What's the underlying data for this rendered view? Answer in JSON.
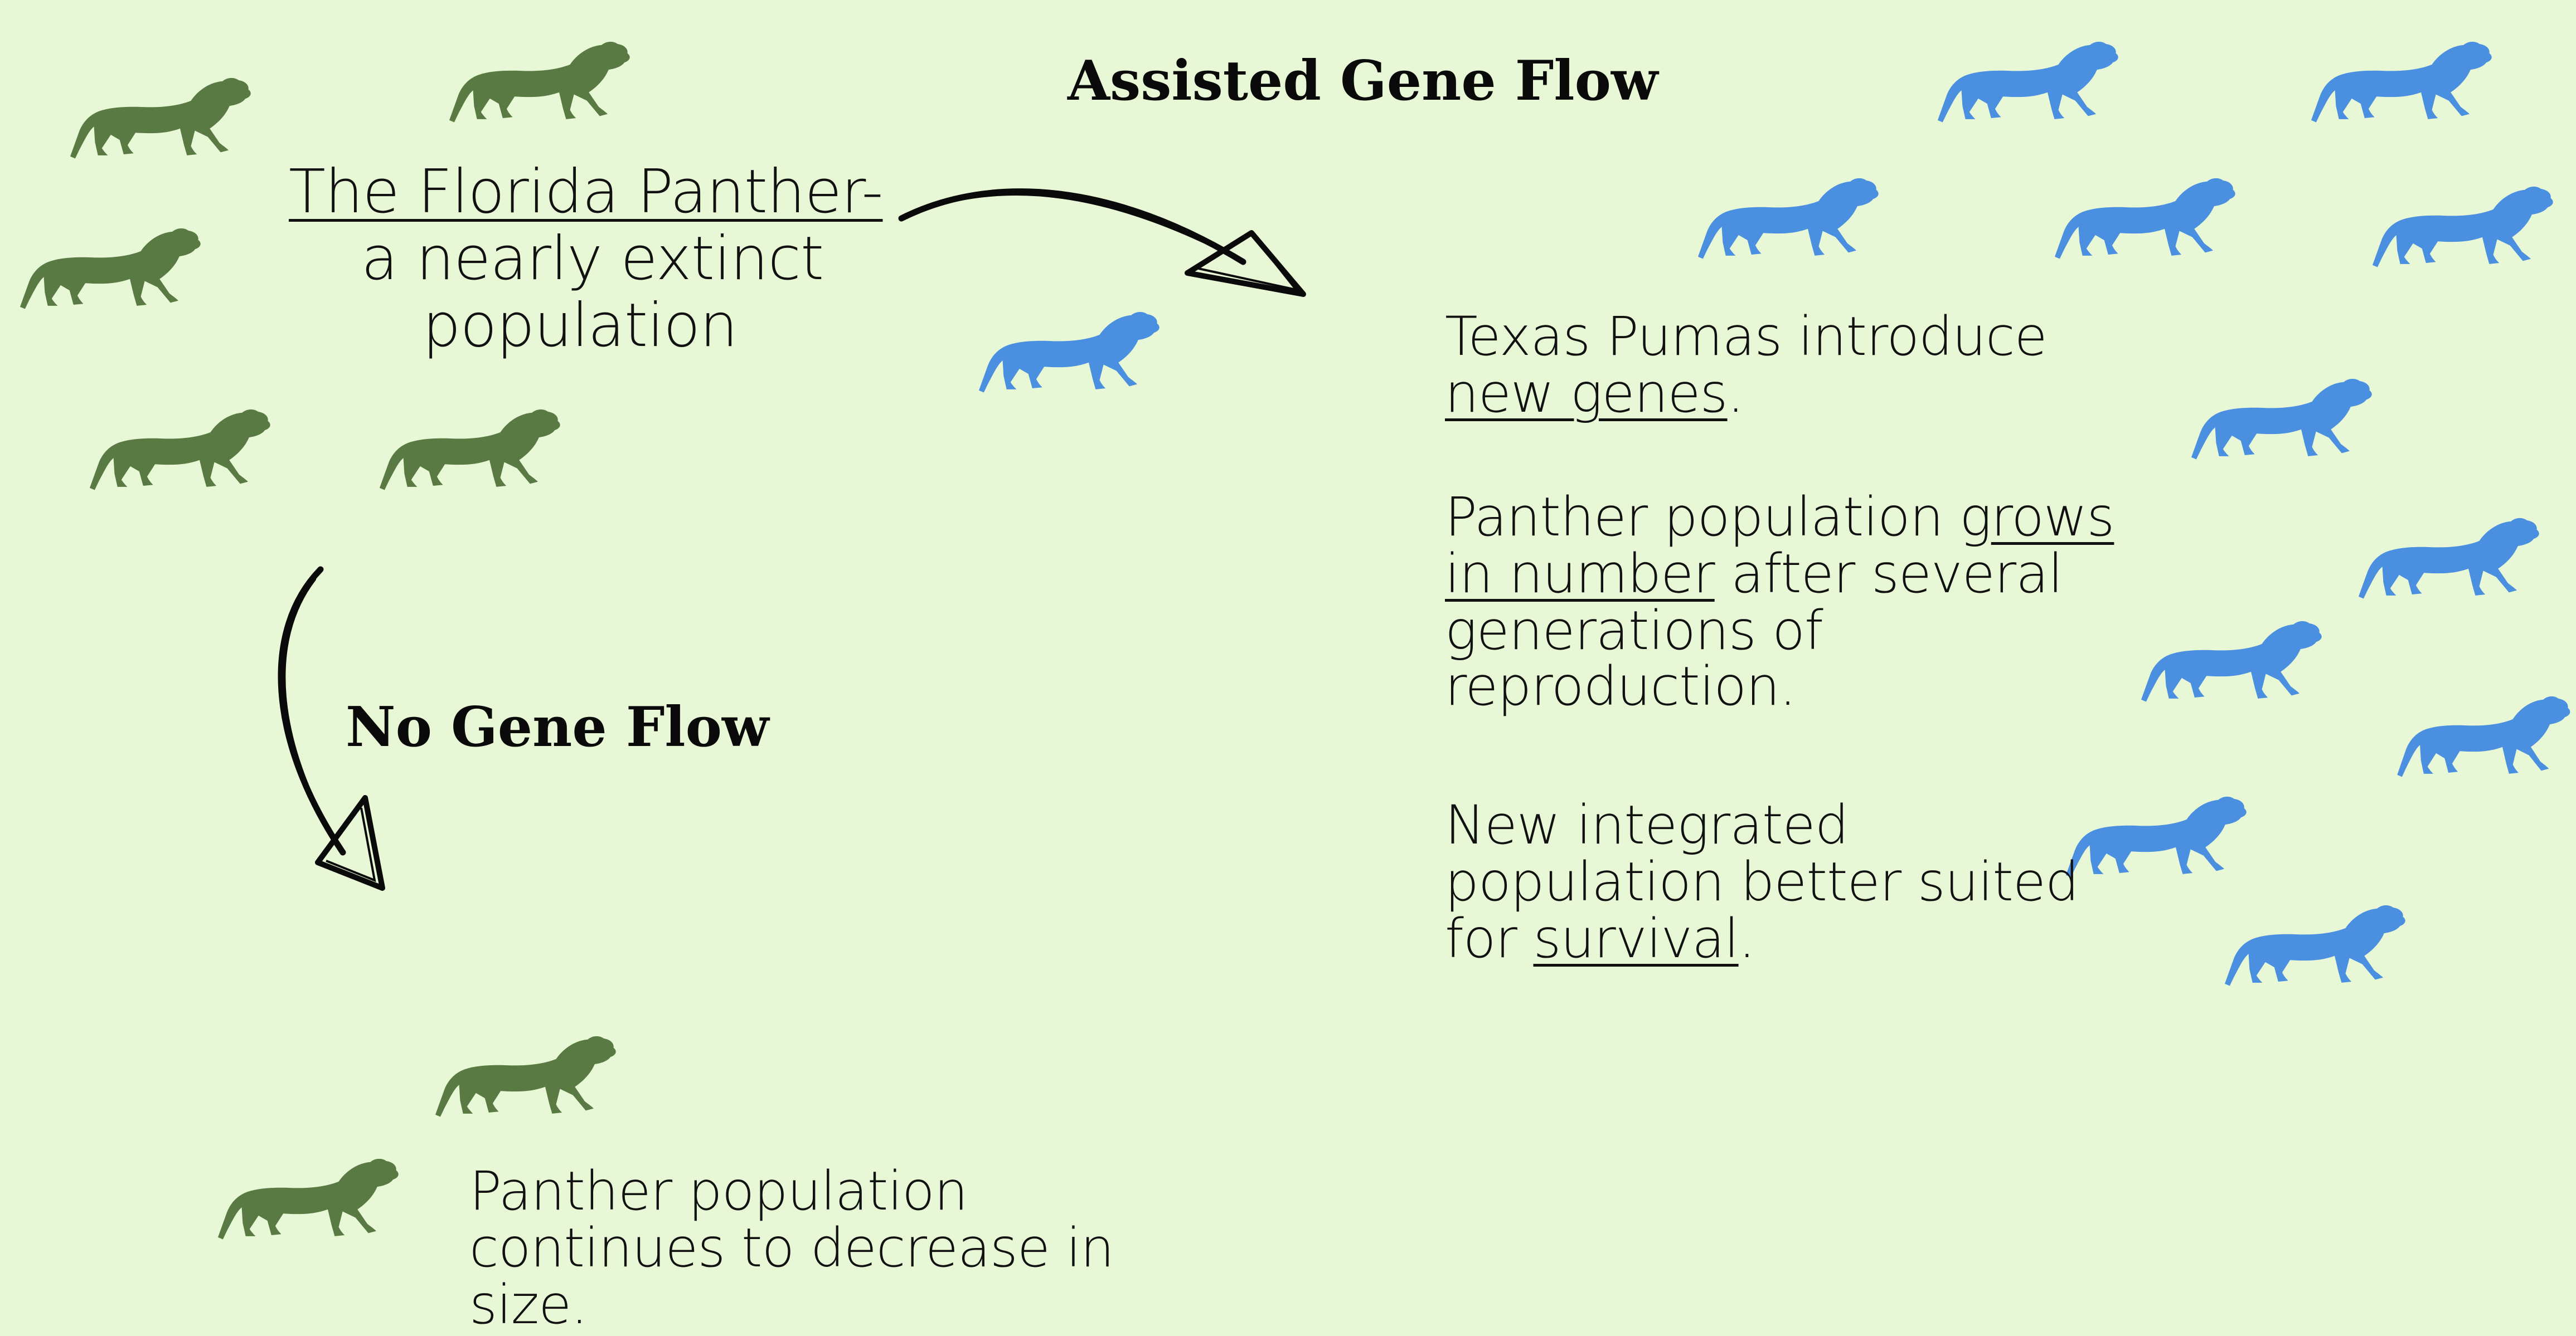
{
  "colors": {
    "background": "#e8f8d6",
    "florida_panther": "#597b43",
    "texas_puma": "#4a8fe0",
    "text": "#111111"
  },
  "icons": {
    "panther": "panther-silhouette-icon",
    "arrow": "hand-drawn-arrow-icon"
  },
  "title": {
    "line1": "The Florida Panther-",
    "line2": "a nearly extinct",
    "line3": "population"
  },
  "assisted": {
    "heading": "Assisted Gene Flow",
    "p1": {
      "a": "Texas Pumas introduce",
      "b_u": "new genes",
      "b_end": "."
    },
    "p2": {
      "a_pre": "Panther population g",
      "a_u": "rows",
      "b_u": "in number",
      "b_post": " after several",
      "c": "generations of",
      "d": "reproduction."
    },
    "p3": {
      "a": "New integrated",
      "b": "population better suited",
      "c_pre": "for ",
      "c_u": "survival",
      "c_end": "."
    }
  },
  "no_flow": {
    "heading": "No Gene Flow",
    "p": {
      "a": "Panther population",
      "b": "continues to decrease in",
      "c": "size."
    }
  }
}
